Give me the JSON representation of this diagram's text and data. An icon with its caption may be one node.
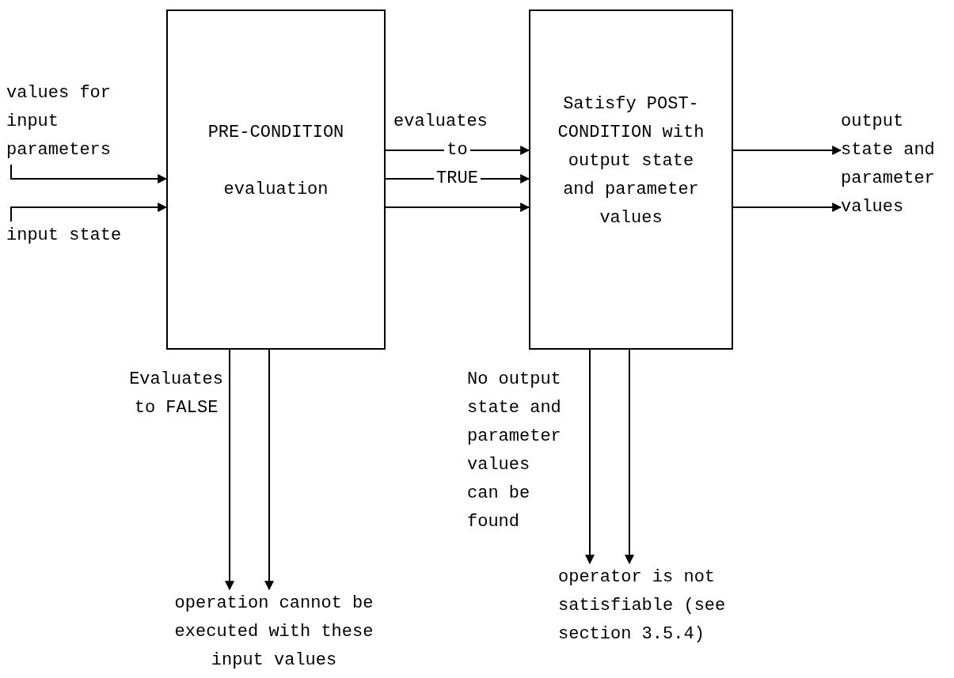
{
  "diagram": {
    "nodes": [
      {
        "text": [
          "values for input parameters"
        ]
      },
      {
        "text": [
          "input state"
        ]
      },
      {
        "text": [
          "PRE-CONDITION",
          "evaluation"
        ]
      },
      {
        "text": [
          "Satisfy POST-CONDITION with output state and parameter values"
        ]
      },
      {
        "text": [
          "output state and parameter values"
        ]
      },
      {
        "text": [
          "operation cannot be executed with these input values"
        ]
      },
      {
        "text": [
          "operator is not satisfiable (see section 3.5.4)"
        ]
      }
    ],
    "edges": [
      {
        "from": 0,
        "to": 2,
        "arrow": "to"
      },
      {
        "from": 1,
        "to": 2,
        "arrow": "to"
      },
      {
        "from": 2,
        "to": 3,
        "arrow": "to",
        "label": "to"
      },
      {
        "from": 2,
        "to": 3,
        "arrow": "to",
        "label": "TRUE"
      },
      {
        "from": 2,
        "to": 3,
        "arrow": "to"
      },
      {
        "from": 3,
        "to": 4,
        "arrow": "to"
      },
      {
        "from": 3,
        "to": 4,
        "arrow": "to"
      },
      {
        "from": 2,
        "to": 5,
        "arrow": "to",
        "label": "Evaluates to FALSE"
      },
      {
        "from": 2,
        "to": 5,
        "arrow": "to"
      },
      {
        "from": 3,
        "to": 6,
        "arrow": "to",
        "label": "No output state and parameter values can be found"
      },
      {
        "from": 3,
        "to": 6,
        "arrow": "to"
      }
    ],
    "labels": [
      "evaluates"
    ]
  }
}
